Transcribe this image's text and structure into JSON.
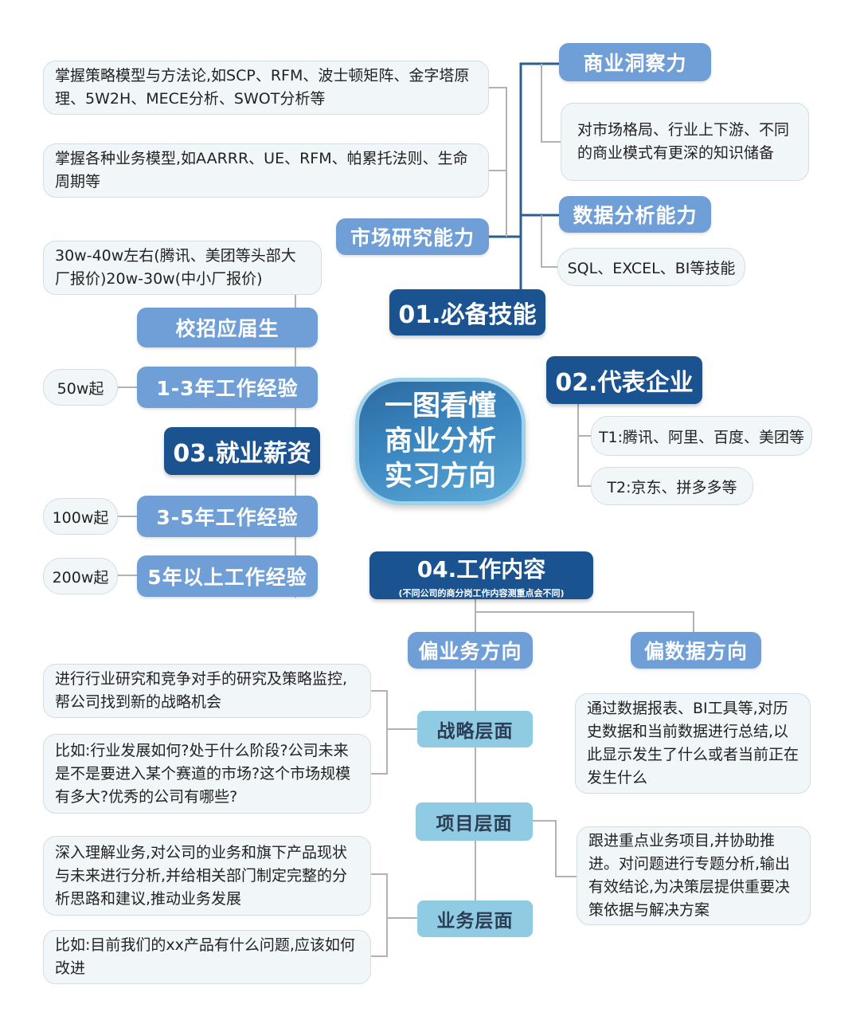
{
  "title": {
    "line1": "一图看懂",
    "line2": "商业分析",
    "line3": "实习方向"
  },
  "section1": {
    "label": "01.必备技能",
    "business_insight": {
      "label": "商业洞察力",
      "desc": "对市场格局、行业上下游、不同的商业模式有更深的知识储备"
    },
    "data_analysis": {
      "label": "数据分析能力",
      "desc": "SQL、EXCEL、BI等技能"
    },
    "market_research": {
      "label": "市场研究能力",
      "desc1": "掌握策略模型与方法论,如SCP、RFM、波士顿矩阵、金字塔原理、5W2H、MECE分析、SWOT分析等",
      "desc2": "掌握各种业务模型,如AARRR、UE、RFM、帕累托法则、生命周期等"
    }
  },
  "section2": {
    "label": "02.代表企业",
    "t1": "T1:腾讯、阿里、百度、美团等",
    "t2": "T2:京东、拼多多等"
  },
  "section3": {
    "label": "03.就业薪资",
    "campus": {
      "label": "校招应届生",
      "salary": "30w-40w左右(腾讯、美团等头部大厂报价)20w-30w(中小厂报价)"
    },
    "exp_1_3": {
      "label": "1-3年工作经验",
      "salary": "50w起"
    },
    "exp_3_5": {
      "label": "3-5年工作经验",
      "salary": "100w起"
    },
    "exp_5_plus": {
      "label": "5年以上工作经验",
      "salary": "200w起"
    }
  },
  "section4": {
    "label": "04.工作内容",
    "note": "(不同公司的商分岗工作内容测重点会不同)",
    "business_direction": {
      "label": "偏业务方向",
      "strategy": {
        "label": "战略层面",
        "desc1": "进行行业研究和竞争对手的研究及策略监控,帮公司找到新的战略机会",
        "desc2": "比如:行业发展如何?处于什么阶段?公司未来是不是要进入某个赛道的市场?这个市场规模有多大?优秀的公司有哪些?"
      },
      "project": {
        "label": "项目层面",
        "desc": "跟进重点业务项目,并协助推进。对问题进行专题分析,输出有效结论,为决策层提供重要决策依据与解决方案"
      },
      "business": {
        "label": "业务层面",
        "desc1": "深入理解业务,对公司的业务和旗下产品现状与未来进行分析,并给相关部门制定完整的分析思路和建议,推动业务发展",
        "desc2": "比如:目前我们的xx产品有什么问题,应该如何改进"
      }
    },
    "data_direction": {
      "label": "偏数据方向",
      "desc": "通过数据报表、BI工具等,对历史数据和当前数据进行总结,以此显示发生了什么或者当前正在发生什么"
    }
  },
  "colors": {
    "dark_blue": "#1b5390",
    "mid_blue": "#6f9fd6",
    "light_blue": "#8fcbe3",
    "note_bg": "#f1f6f9"
  }
}
